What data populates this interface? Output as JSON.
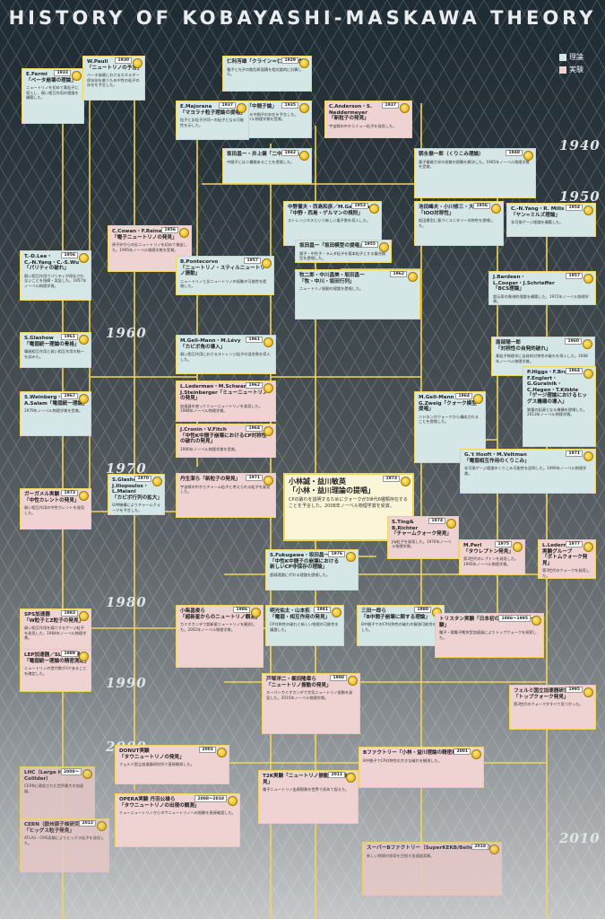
{
  "title": "HISTORY OF KOBAYASHI-MASKAWA THEORY",
  "legend": [
    {
      "label": "理論",
      "color": "#d5e6e6"
    },
    {
      "label": "実験",
      "color": "#efd3d3"
    }
  ],
  "decades": [
    "1940",
    "1950",
    "1960",
    "1970",
    "1980",
    "1990",
    "2000",
    "2010"
  ],
  "nodes": [
    {
      "id": "fermi",
      "kind": "theory",
      "year": "1933",
      "title": "E.Fermi\n「ベータ崩壊の理論」",
      "body": "ニュートリノを初めて素粒子に導入し、弱い相互作用の理論を構築した。"
    },
    {
      "id": "pauli",
      "kind": "theory",
      "year": "1930",
      "title": "W.Pauli\n「ニュートリノの予言」",
      "body": "ベータ崩壊におけるエネルギー保存則を救うため中性の粒子の存在を予言した。"
    },
    {
      "id": "oklein",
      "kind": "theory",
      "year": "1929",
      "title": "仁科芳雄「クライン＝仁科の公式」",
      "body": "電子と光子の散乱断面積を相対論的に計算した。"
    },
    {
      "id": "yukawa",
      "kind": "theory",
      "year": "1935",
      "title": "湯川秀樹「中間子論」",
      "body": "核力を媒介する中間子の存在を予言した。1949年ノーベル物理学賞を受賞。"
    },
    {
      "id": "anderson",
      "kind": "exp",
      "year": "1937",
      "title": "C.Anderson・S. Neddermeyer\n「新粒子の発見」",
      "body": "宇宙線の中からミュー粒子を発見した。"
    },
    {
      "id": "majorana",
      "kind": "theory",
      "year": "1937",
      "title": "E.Majorana\n「マヨラナ粒子理論の提唱」",
      "body": "粒子と反粒子が同一の粒子となる可能性を示した。"
    },
    {
      "id": "tomonaga",
      "kind": "theory",
      "year": "1942",
      "title": "坂田昌一・井上健「二中間子論」",
      "body": "中間子には二種類あることを提唱した。"
    },
    {
      "id": "schwinger",
      "kind": "theory",
      "year": "1948",
      "title": "朝永振一郎（くりこみ理論）",
      "body": "量子電磁力学の発散の困難を解決した。1965年ノーベル物理学賞を受賞。"
    },
    {
      "id": "gellmann1",
      "kind": "theory",
      "year": "1953",
      "title": "中野董夫・西島和彦／M.Gell-Mann\n「中野・西島・ゲルマンの規則」",
      "body": "ストレンジネスという新しい量子数を導入した。"
    },
    {
      "id": "sakata",
      "kind": "theory",
      "year": "1955",
      "title": "坂田昌一「坂田模型の提唱」",
      "body": "陽子・中性子・ラムダ粒子を基本粒子とする複合模型を提唱した。"
    },
    {
      "id": "yangmills",
      "kind": "theory",
      "year": "1954",
      "title": "C.-N.Yang・R. Mills\n「ヤン=ミルズ理論」",
      "body": "非可換ゲージ理論を構築した。"
    },
    {
      "id": "ikeda",
      "kind": "theory",
      "year": "1956",
      "title": "池田峰夫・小川修三・大貫義郎\n「IOO対称性」",
      "body": "坂田模型に基づくユニタリー対称性を提唱した。"
    },
    {
      "id": "cowan",
      "kind": "exp",
      "year": "1956",
      "title": "C.Cowan・F.Reines\n「電子ニュートリノの発見」",
      "body": "原子炉からの反ニュートリノを初めて検出した。1995年ノーベル物理学賞を受賞。"
    },
    {
      "id": "leeyang",
      "kind": "theory",
      "year": "1956",
      "title": "T.-D.Lee・\nC.-N.Yang・C.-S.Wu\n「パリティの破れ」",
      "body": "弱い相互作用でパリティが保存されないことを指摘・実証した。1957年ノーベル物理学賞。"
    },
    {
      "id": "pontecorvo",
      "kind": "theory",
      "year": "1957",
      "title": "B.Pontecorvo\n「ニュートリノ・スティルニュートリノ振動」",
      "body": "ニュートリノと反ニュートリノの振動の可能性を提唱した。"
    },
    {
      "id": "maki",
      "kind": "theory",
      "year": "1962",
      "title": "牧二郎・中川昌美・坂田昌一\n「牧・中川・坂田行列」",
      "body": "ニュートリノ振動の理論を提唱した。"
    },
    {
      "id": "bardeen",
      "kind": "theory",
      "year": "1957",
      "title": "J.Bardeen・\nL.Cooper・J.Schrieffer\n「BCS理論」",
      "body": "超伝導の微視的理論を構築した。1972年ノーベル物理学賞。"
    },
    {
      "id": "glashow1",
      "kind": "theory",
      "year": "1961",
      "title": "S.Glashow\n「電弱統一理論の骨格」",
      "body": "電磁相互作用と弱い相互作用の統一を試みた。"
    },
    {
      "id": "gellmann2",
      "kind": "theory",
      "year": "1961",
      "title": "M.Gell-Mann・M.Lévy\n「カビボ角の導入」",
      "body": "弱い相互作用におけるストレンジ粒子の混合角を導入した。"
    },
    {
      "id": "nambu",
      "kind": "theory",
      "year": "1960",
      "title": "南部陽一郎\n「対称性の自発的破れ」",
      "body": "素粒子物理学に自発的対称性の破れを導入した。2008年ノーベル物理学賞。"
    },
    {
      "id": "lederman",
      "kind": "exp",
      "year": "1962",
      "title": "L.Lederman・M.Schwartz・\nJ.Steinberger「ミューニュートリノの発見」",
      "body": "加速器を使ってミューニュートリノを発見した。1988年ノーベル物理学賞。"
    },
    {
      "id": "cronin",
      "kind": "exp",
      "year": "1964",
      "title": "J.Cronin・V.Fitch\n「中性K中間子崩壊におけるCP対称性の破れの発見」",
      "body": "1980年ノーベル物理学賞を受賞。"
    },
    {
      "id": "higgs",
      "kind": "theory",
      "year": "1964",
      "title": "P.Higgs・F.Brout・\nF.Englert・G.Guralnik・\nC.Hagen・T.Kibble\n「ゲージ理論におけるヒッグス機構の導入」",
      "body": "質量の起源となる機構を提唱した。2013年ノーベル物理学賞。"
    },
    {
      "id": "weinberg",
      "kind": "theory",
      "year": "1967",
      "title": "S.Weinberg・\nA.Salam「電弱統一理論」",
      "body": "1979年ノーベル物理学賞を受賞。"
    },
    {
      "id": "gellmann3",
      "kind": "theory",
      "year": "1964",
      "title": "M.Gell-Mann・\nG.Zweig「クォーク模型提唱」",
      "body": "ハドロンがクォークから構成されることを提唱した。"
    },
    {
      "id": "gim",
      "kind": "theory",
      "year": "1970",
      "title": "S.Glashow・\nJ.Iliopoulos・\nL.Maiani\n「カビボ行列の拡大」",
      "body": "GIM機構によりチャームクォークを予言した。"
    },
    {
      "id": "tanaka",
      "kind": "exp",
      "year": "1971",
      "title": "丹生潔ら「新粒子の発見」",
      "body": "宇宙線の中からチャーム粒子と考えられる粒子を発見した。"
    },
    {
      "id": "km",
      "kind": "big",
      "year": "1973",
      "title": "小林誠・益川敏英\n「小林・益川理論の提唱」",
      "body": "CPの破れを説明するためにクォークが3世代6種類存在することを予言した。2008年ノーベル物理学賞を受賞。"
    },
    {
      "id": "thooft",
      "kind": "theory",
      "year": "1971",
      "title": "G.'t Hooft・M.Veltman\n「電弱相互作用のくりこみ」",
      "body": "非可換ゲージ理論のくりこみ可能性を証明した。1999年ノーベル物理学賞。"
    },
    {
      "id": "gargamelle",
      "kind": "exp",
      "year": "1973",
      "title": "ガーガメル実験\n「中性カレントの発見」",
      "body": "弱い相互作用の中性カレントを発見した。"
    },
    {
      "id": "ting",
      "kind": "exp",
      "year": "1974",
      "title": "S.Ting&\nB.Richter\n「チャームクォーク発見」",
      "body": "J/ψ粒子を発見した。1976年ノーベル物理学賞。"
    },
    {
      "id": "perl",
      "kind": "exp",
      "year": "1975",
      "title": "M.Perl\n「タウレプトン発見」",
      "body": "第3世代のレプトンを発見した。1995年ノーベル物理学賞。"
    },
    {
      "id": "lederman2",
      "kind": "exp",
      "year": "1977",
      "title": "L.Lederman\n実験グループ\n「ボトムクォーク発見」",
      "body": "第3世代のクォークを発見した。"
    },
    {
      "id": "sps",
      "kind": "exp",
      "year": "1983",
      "title": "SPS加速器\n「W粒子とZ粒子の発見」",
      "body": "弱い相互作用を媒介するゲージ粒子を発見した。1984年ノーベル物理学賞。"
    },
    {
      "id": "fukugawa",
      "kind": "theory",
      "year": "1976",
      "title": "S.Fukugawa・坂田昌一\n「中性K中間子の崩壊における\n新しいCP非保存の理論」",
      "body": "超弱理論に代わる理論を提唱した。"
    },
    {
      "id": "sanda",
      "kind": "theory",
      "year": "1980",
      "title": "三田一郎ら\n「B中間子崩壊に関する理論」",
      "body": "B中間子でのCP対称性の破れの観測可能性を示した。"
    },
    {
      "id": "hara",
      "kind": "theory",
      "year": "1981",
      "title": "明光佑太・山本拓\n「電弱・相互作用の発見」",
      "body": "CP対称性の破れと新しい物理の可能性を議論した。"
    },
    {
      "id": "kobayashi2",
      "kind": "exp",
      "year": "1986",
      "title": "小柴昌俊ら\n「超新星からのニュートリノ観測」",
      "body": "カミオカンデで超新星ニュートリノを観測した。2002年ノーベル物理学賞。"
    },
    {
      "id": "tristan",
      "kind": "exp",
      "year": "1986～1995",
      "title": "トリスタン実験「日本初の大型コライダー実験」",
      "body": "電子・陽電子衝突型加速器によりトップクォークを探索した。"
    },
    {
      "id": "top",
      "kind": "exp",
      "year": "1995",
      "title": "フェルミ国立加速器研究所\n「トップクォーク発見」",
      "body": "第3世代のクォークがすべて見つかった。"
    },
    {
      "id": "lep",
      "kind": "exp",
      "year": "1989",
      "title": "LEP加速器／SLC加速器\n「電弱統一理論の精密測定」",
      "body": "ニュートリノの世代数が3であることを確定した。"
    },
    {
      "id": "kamioka",
      "kind": "exp",
      "year": "1998",
      "title": "戸塚洋二・梶田隆章ら\n「ニュートリノ振動の発見」",
      "body": "スーパーカミオカンデで大気ニュートリノ振動を発見した。2015年ノーベル物理学賞。"
    },
    {
      "id": "bfactory",
      "kind": "exp",
      "year": "2001",
      "title": "Bファクトリー「小林・益川理論の精密検証」",
      "body": "B中間子でCP対称性の大きな破れを観測した。"
    },
    {
      "id": "donut",
      "kind": "exp",
      "year": "2001",
      "title": "DONUT実験\n「タウニュートリノの発見」",
      "body": "フェルミ国立加速器研究所で直接観測した。"
    },
    {
      "id": "opera",
      "kind": "exp",
      "year": "2008～2018",
      "title": "OPERA実験 丹羽公雄ら\n「タウニュートリノの出現の観測」",
      "body": "ミューニュートリノからタウニュートリノへの振動を直接確認した。"
    },
    {
      "id": "t2k",
      "kind": "exp",
      "year": "2011",
      "title": "T2K実験「ニュートリノ振動の新型を発見」",
      "body": "電子ニュートリノ出現現象を世界で初めて捉えた。"
    },
    {
      "id": "lhc",
      "kind": "exp",
      "year": "2008～",
      "title": "LHC（Large Hadron Collider）",
      "body": "CERNに建設された世界最大の加速器。"
    },
    {
      "id": "cern",
      "kind": "exp",
      "year": "2012",
      "title": "CERN（欧州原子核研究機構）\n「ヒッグス粒子発見」",
      "body": "ATLAS・CMS実験によりヒッグス粒子を発見した。"
    },
    {
      "id": "superkekb",
      "kind": "exp",
      "year": "2018",
      "title": "スーパーBファクトリー（SuperKEKB/Belle II実験）",
      "body": "新しい物理の探索を目指す加速器実験。"
    }
  ]
}
